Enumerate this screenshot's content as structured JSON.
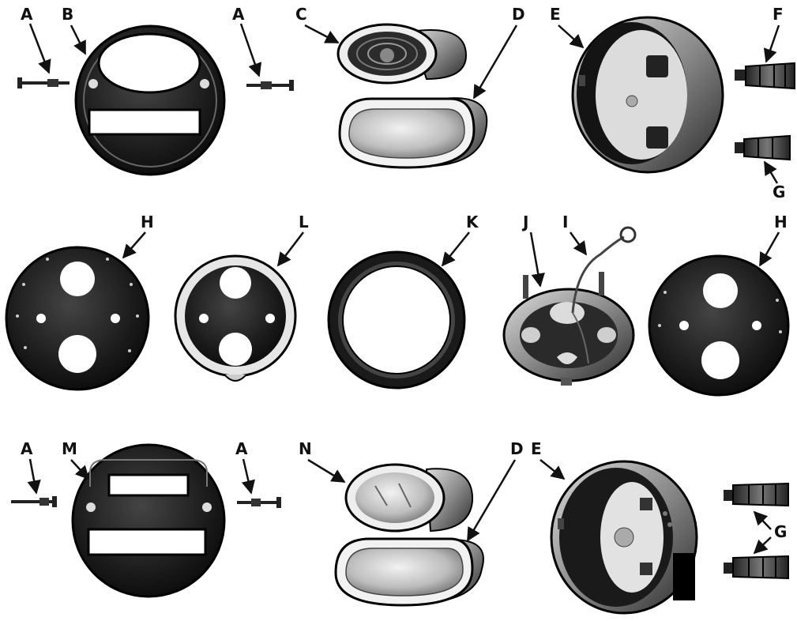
{
  "labels": {
    "A": "A",
    "B": "B",
    "C": "C",
    "D": "D",
    "E": "E",
    "F": "F",
    "G": "G",
    "H": "H",
    "I": "I",
    "J": "J",
    "K": "K",
    "L": "L",
    "M": "M",
    "N": "N"
  },
  "colors": {
    "ink": "#111111",
    "paper": "#ffffff",
    "metal_dark": "#1a1a1a",
    "metal_mid": "#555555",
    "metal_light": "#d9d9d9",
    "lens_light": "#cfcfcf"
  }
}
